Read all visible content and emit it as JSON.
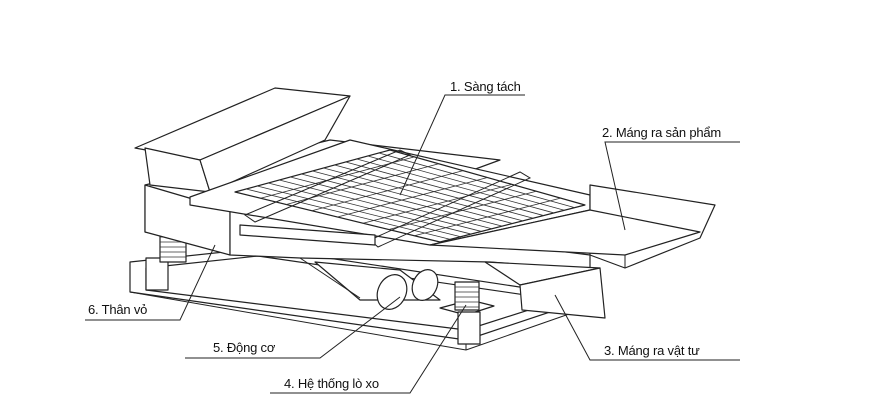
{
  "labels": {
    "screen": "1. Sàng tách",
    "product_chute": "2. Máng ra sản phẩm",
    "waste_chute": "3. Máng ra vật tư",
    "springs": "4. Hệ thống lò xo",
    "motor": "5. Động cơ",
    "body": "6. Thân vỏ"
  }
}
